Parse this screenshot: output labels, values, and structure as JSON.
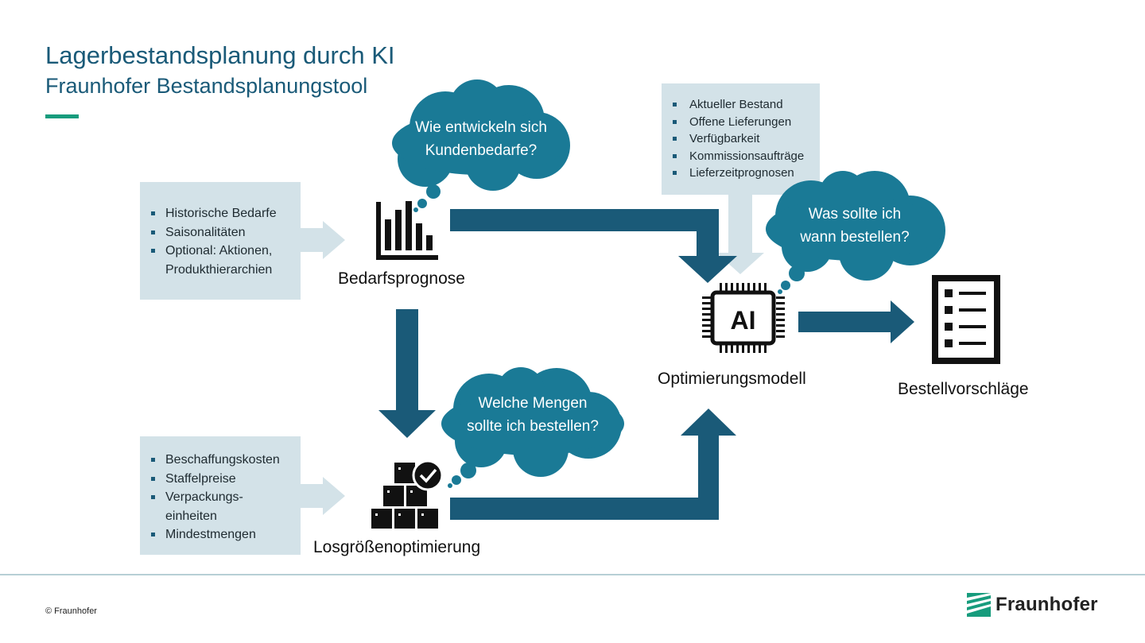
{
  "header": {
    "title": "Lagerbestandsplanung durch KI",
    "subtitle": "Fraunhofer Bestandsplanungstool"
  },
  "colors": {
    "accent": "#179c7d",
    "arrow": "#1a5a78",
    "bubble": "#1a7a96",
    "input_box": "#d3e2e8",
    "title_text": "#1a5a78"
  },
  "inputs": {
    "demand": [
      "Historische Bedarfe",
      "Saisonalitäten",
      "Optional: Aktionen, Produkthierarchien"
    ],
    "lot_size": [
      "Beschaffungskosten",
      "Staffelpreise",
      "Verpackungs-einheiten",
      "Mindestmengen"
    ],
    "inventory": [
      "Aktueller Bestand",
      "Offene Lieferungen",
      "Verfügbarkeit",
      "Kommissionsaufträge",
      "Lieferzeitprognosen"
    ]
  },
  "bubbles": {
    "demand_line1": "Wie entwickeln sich",
    "demand_line2": "Kundenbedarfe?",
    "lot_line1": "Welche Mengen",
    "lot_line2": "sollte ich bestellen?",
    "order_line1": "Was sollte ich",
    "order_line2": "wann bestellen?"
  },
  "nodes": {
    "demand_forecast": "Bedarfsprognose",
    "lot_size": "Losgrößenoptimierung",
    "optimization": "Optimierungsmodell",
    "orders": "Bestellvorschläge",
    "ai_chip_text": "AI"
  },
  "icons": {
    "demand_forecast": "bar-chart-icon",
    "lot_size": "boxes-check-icon",
    "optimization": "ai-chip-icon",
    "orders": "checklist-icon"
  },
  "footer": {
    "copyright": "© Fraunhofer",
    "logo_text": "Fraunhofer"
  }
}
